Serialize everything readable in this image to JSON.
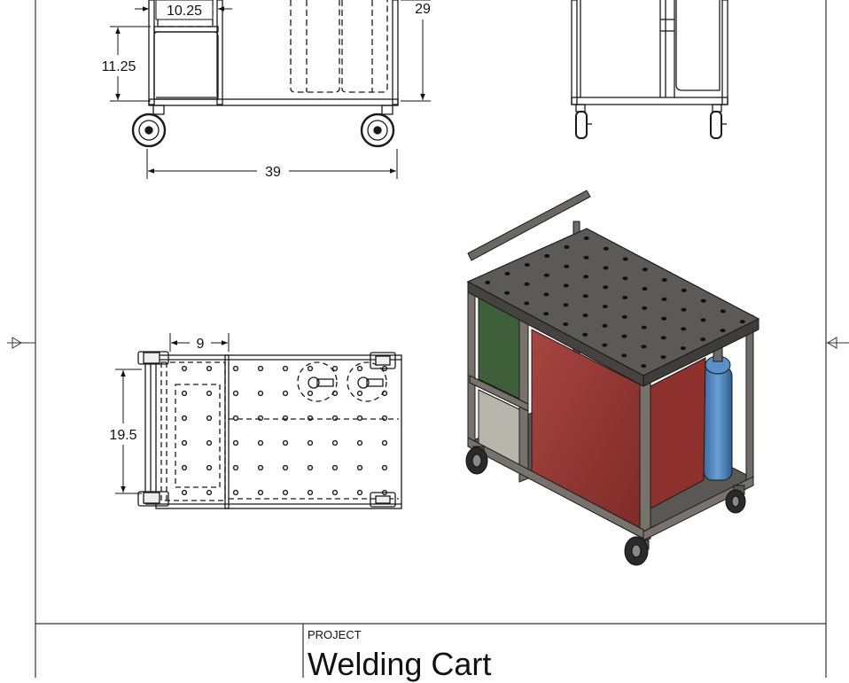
{
  "drawing": {
    "front_view": {
      "dims": {
        "top_width": "10.25",
        "height_left": "11.25",
        "overall_height": "29",
        "overall_width": "39"
      }
    },
    "top_view": {
      "dims": {
        "width_small": "9",
        "depth": "19.5"
      }
    }
  },
  "title_block": {
    "project_label": "PROJECT",
    "project_title": "Welding Cart"
  },
  "colors": {
    "line": "#1a1a1a",
    "frame_gray": "#6f6b66",
    "top_plate": "#5c5a57",
    "panel_green": "#3f5f3a",
    "panel_gray": "#b8b5ad",
    "panel_red": "#9c3a35",
    "cylinder_blue": "#4a7fb8"
  }
}
